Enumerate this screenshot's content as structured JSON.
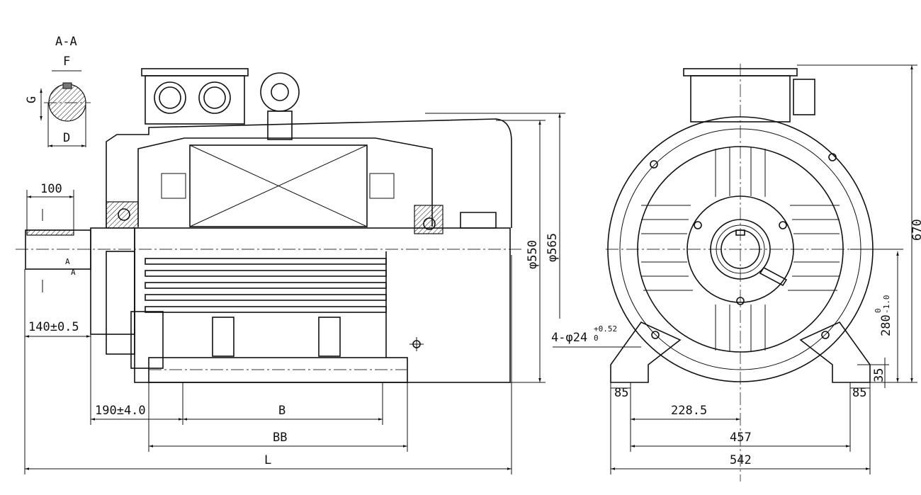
{
  "section_view": {
    "title": "A-A",
    "key_width": "F",
    "key_depth": "G",
    "shaft_diameter": "D"
  },
  "side_view": {
    "shaft_length": "100",
    "section_mark_top": "A",
    "section_mark_bottom": "A",
    "shaft_end_to_foot": "140±0.5",
    "foot_hole_offset": "190±4.0",
    "foot_hole_spacing": "B",
    "base_length": "BB",
    "overall_length": "L",
    "frame_diameter": "φ550",
    "fan_cover_diameter": "φ565"
  },
  "front_view": {
    "mounting_holes": "4-φ24",
    "mounting_holes_tol_upper": "+0.52",
    "mounting_holes_tol_lower": "0",
    "overall_height": "670",
    "shaft_height": "280",
    "shaft_height_tol_upper": "0",
    "shaft_height_tol_lower": "-1.0",
    "foot_thickness": "35",
    "foot_width_left": "85",
    "foot_width_right": "85",
    "half_hole_spacing": "228.5",
    "hole_spacing": "457",
    "base_width": "542"
  }
}
